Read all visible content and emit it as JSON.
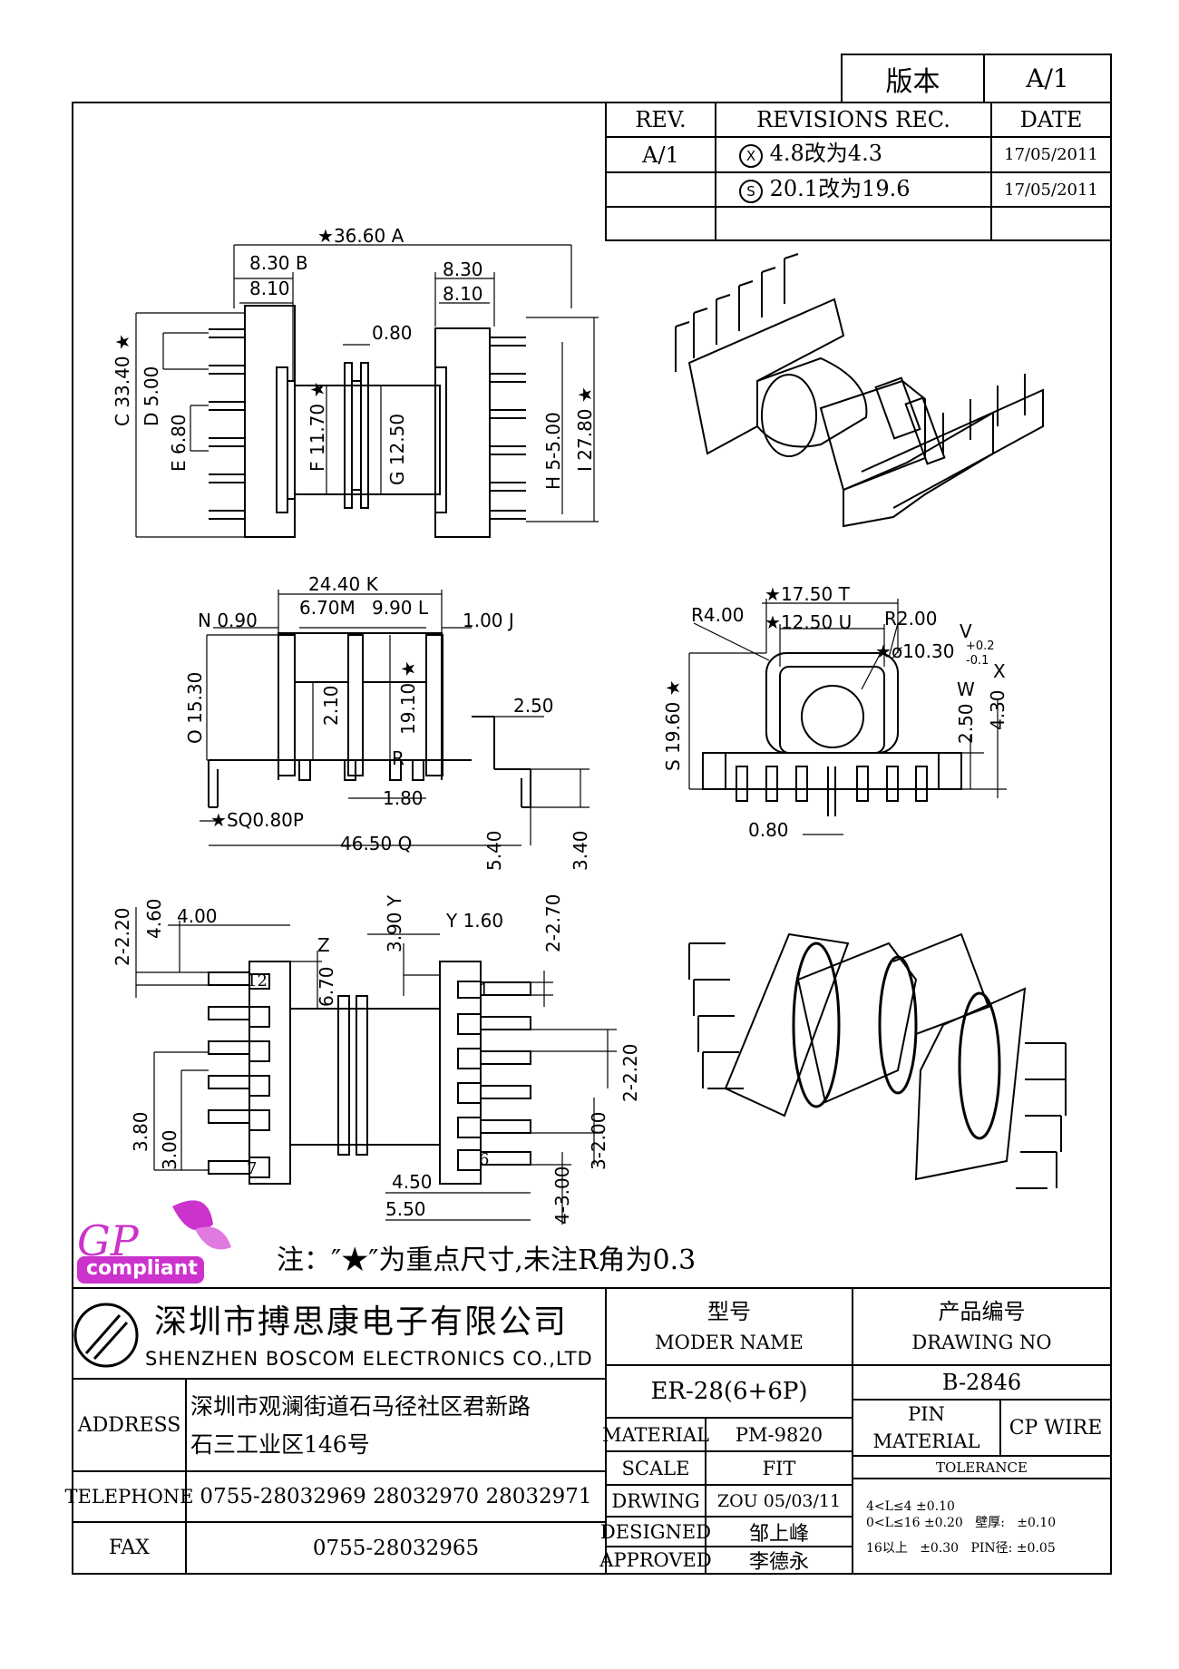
{
  "version_box": {
    "label": "版本",
    "value": "A/1"
  },
  "revisions": {
    "headers": [
      "REV.",
      "REVISIONS REC.",
      "DATE"
    ],
    "rows": [
      {
        "rev": "A/1",
        "mark": "X",
        "text": "4.8改为4.3",
        "date": "17/05/2011"
      },
      {
        "rev": "",
        "mark": "S",
        "text": "20.1改为19.6",
        "date": "17/05/2011"
      }
    ]
  },
  "view1": {
    "top_dim": "36.60",
    "top_mark": "A",
    "left_a": "8.30",
    "left_a_mark": "B",
    "left_b": "8.10",
    "right_a": "8.30",
    "right_b": "8.10",
    "gap": "0.80",
    "d_c": "33.40",
    "d_c_mark": "C",
    "d_d": "5.00",
    "d_d_mark": "D",
    "d_e": "6.80",
    "d_e_mark": "E",
    "d_f": "11.70",
    "d_f_mark": "F",
    "d_g": "12.50",
    "d_g_mark": "G",
    "d_h": "5-5.00",
    "d_h_mark": "H",
    "d_i": "27.80",
    "d_i_mark": "I"
  },
  "view2": {
    "k": "24.40",
    "k_mark": "K",
    "n": "0.90",
    "n_mark": "N",
    "m": "6.70",
    "m_mark": "M",
    "l": "9.90",
    "l_mark": "L",
    "j": "1.00",
    "j_mark": "J",
    "o": "15.30",
    "o_mark": "O",
    "inner": "2.10",
    "r": "19.10",
    "r_mark": "R",
    "step": "2.50",
    "b180": "1.80",
    "p": "SQ0.80",
    "p_mark": "P",
    "q": "46.50",
    "q_mark": "Q",
    "h540": "5.40",
    "h340": "3.40"
  },
  "view3": {
    "t": "17.50",
    "t_mark": "T",
    "u": "12.50",
    "u_mark": "U",
    "r4": "R4.00",
    "r2": "R2.00",
    "v": "ø10.30",
    "v_mark": "V",
    "tol_up": "+0.2",
    "tol_dn": "-0.1",
    "w": "2.50",
    "w_mark": "W",
    "x": "4.30",
    "x_mark": "X",
    "s": "19.60",
    "s_mark": "S",
    "pin": "0.80"
  },
  "view4": {
    "a": "2-2.20",
    "b": "4.60",
    "c": "4.00",
    "z": "6.70",
    "z_mark": "Z",
    "y1": "3.90",
    "y1_mark": "Y",
    "y2": "1.60",
    "y2_mark": "Y",
    "d": "2-2.70",
    "e": "2-2.20",
    "f": "3.80",
    "g": "3.00",
    "h": "3-2.00",
    "i": "4-3.00",
    "j": "4.50",
    "k": "5.50",
    "pin12": "12",
    "pin7": "7",
    "pin1": "1",
    "pin6": "6"
  },
  "logo": {
    "gp": "GP",
    "compliant": "compliant"
  },
  "note": "注：″★″为重点尺寸,未注R角为0.3",
  "title_block": {
    "company_cn": "深圳市搏思康电子有限公司",
    "company_en": "SHENZHEN BOSCOM ELECTRONICS CO.,LTD",
    "model_label_cn": "型号",
    "model_label_en": "MODER NAME",
    "model": "ER-28(6+6P)",
    "drawing_label_cn": "产品编号",
    "drawing_label_en": "DRAWING NO",
    "drawing_no": "B-2846",
    "address_label": "ADDRESS",
    "address_1": "深圳市观澜街道石马径社区君新路",
    "address_2": "石三工业区146号",
    "telephone_label": "TELEPHONE",
    "telephone": "0755-28032969 28032970 28032971",
    "fax_label": "FAX",
    "fax": "0755-28032965",
    "material_label": "MATERIAL",
    "material": "PM-9820",
    "scale_label": "SCALE",
    "scale": "FIT",
    "drwing_label": "DRWING",
    "drwing": "ZOU 05/03/11",
    "designed_label": "DESIGNED",
    "designed": "邹上峰",
    "approved_label": "APPROVED",
    "approved": "李德永",
    "pin_label_1": "PIN",
    "pin_label_2": "MATERIAL",
    "pin_material": "CP WIRE",
    "tolerance_label": "TOLERANCE",
    "tol_1a": "4<L≤4",
    "tol_1b": "±0.10",
    "tol_2a": "0<L≤16",
    "tol_2b": "±0.20",
    "tol_2c": "壁厚:",
    "tol_2d": "±0.10",
    "tol_3a": "16以上",
    "tol_3b": "±0.30",
    "tol_3c": "PIN径:",
    "tol_3d": "±0.05"
  }
}
